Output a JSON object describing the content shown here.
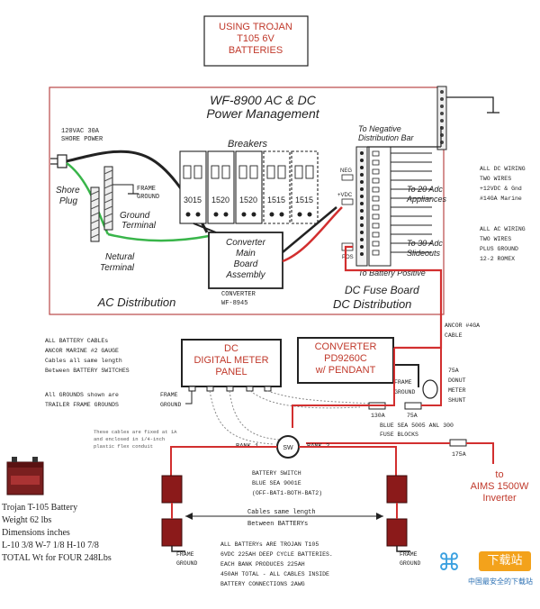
{
  "title_box": [
    "USING TROJAN",
    "T105 6V",
    "BATTERIES"
  ],
  "wf": {
    "title1": "WF-8900 AC & DC",
    "title2": "Power Management",
    "shore": [
      "120VAC 30A",
      "SHORE POWER"
    ],
    "shore_plug": [
      "Shore",
      "Plug"
    ],
    "frame_ground": [
      "FRAME",
      "GROUND"
    ],
    "ground_terminal": [
      "Ground",
      "Terminal"
    ],
    "neutral_terminal": [
      "Netural",
      "Terminal"
    ],
    "breakers_label": "Breakers",
    "breaker_values": [
      "3015",
      "1520",
      "1520",
      "1515",
      "1515"
    ],
    "converter_main": [
      "Converter",
      "Main",
      "Board",
      "Assembly"
    ],
    "converter_model": [
      "CONVERTER",
      "WF-8945"
    ],
    "ac_distribution": "AC Distribution",
    "to_negative": [
      "To Negative",
      "Distribution Bar"
    ],
    "neg": "NEG",
    "vdc": "+VDC",
    "pos": "POS",
    "to_20": [
      "To 20 Adc",
      "Appliances"
    ],
    "to_30": [
      "To 30 Adc",
      "Slideouts"
    ],
    "to_battery_positive": "To Battery Positive",
    "dc_fuse": [
      "DC Fuse Board",
      "DC Distribution"
    ]
  },
  "right_notes": {
    "dc_wiring": [
      "ALL DC WIRING",
      "TWO WIRES",
      "+12VDC & Gnd",
      "#14GA Marine"
    ],
    "ac_wiring": [
      "ALL AC WIRING",
      "TWO WIRES",
      "PLUS GROUND",
      "12-2 ROMEX"
    ],
    "ancor": [
      "ANCOR #4GA",
      "CABLE"
    ]
  },
  "left_notes": {
    "battery_cables": [
      "ALL BATTERY CABLEs",
      "ANCOR MARINE #2 GAUGE",
      "Cables all same length",
      "Between BATTERY SWITCHES"
    ],
    "grounds": [
      "All GROUNDS shown are",
      "TRAILER FRAME GROUNDS"
    ]
  },
  "meter_panel": [
    "DC",
    "DIGITAL METER",
    "PANEL"
  ],
  "converter_box": [
    "CONVERTER",
    "PD9260C",
    "w/ PENDANT"
  ],
  "frame_ground_label": [
    "FRAME",
    "GROUND"
  ],
  "shunt": [
    "75A",
    "DONUT",
    "METER",
    "SHUNT"
  ],
  "fuse": {
    "f130": "130A",
    "f75": "75A",
    "blocks": [
      "BLUE SEA 5005 ANL 300",
      "FUSE BLOCKS"
    ],
    "f175": "175A"
  },
  "conduit_note": [
    "These cables are fixed at 1A",
    "and enclosed in 1/4-inch",
    "plastic flex conduit"
  ],
  "bank1": "BANK 1",
  "bank2": "BANK 2",
  "switch_symbol": "SW",
  "battery_switch": [
    "BATTERY SWITCH",
    "BLUE SEA 9001E",
    "(OFF-BAT1-BOTH-BAT2)"
  ],
  "cables_same": [
    "Cables same length",
    "Between BATTERYs"
  ],
  "inverter": [
    "to",
    "AIMS 1500W",
    "Inverter"
  ],
  "trojan_spec": [
    "Trojan T-105 Battery",
    "Weight 62 lbs",
    "Dimensions inches",
    "L-10 3/8  W-7 1/8  H-10 7/8",
    "TOTAL Wt for FOUR 248Lbs"
  ],
  "battery_note": [
    "ALL BATTERYs ARE TROJAN T105",
    "6VDC 225AH DEEP CYCLE BATTERIES.",
    "EACH BANK PRODUCES 225AH",
    "450AH TOTAL - ALL CABLES INSIDE",
    "BATTERY CONNECTIONS 2AWG"
  ],
  "watermark": {
    "badge": "下载站",
    "tag": "中国最安全的下载站"
  },
  "colors": {
    "red": "#c0392b",
    "wire_red": "#d22f2f",
    "green": "#39b54a",
    "black": "#222222"
  }
}
